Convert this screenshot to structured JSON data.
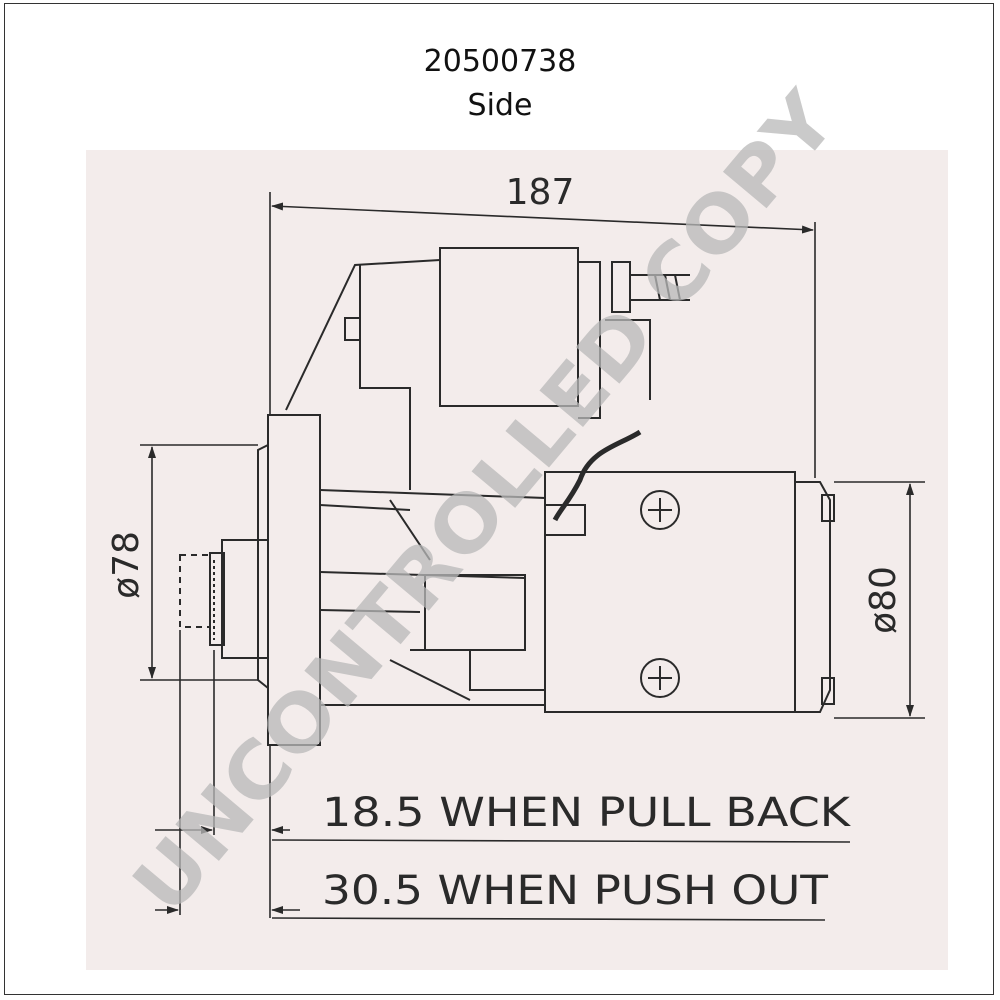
{
  "header": {
    "part_number": "20500738",
    "view": "Side"
  },
  "dimensions": {
    "overall_length": "187",
    "flange_diameter": "ø78",
    "body_diameter": "ø80",
    "pull_back": "18.5 WHEN PULL BACK",
    "push_out": "30.5 WHEN PUSH OUT"
  },
  "watermark": {
    "text": "UNCONTROLLED COPY",
    "color": "#b9b9b9"
  },
  "colors": {
    "line": "#2a2a2a",
    "paper": "#f3eceb"
  }
}
